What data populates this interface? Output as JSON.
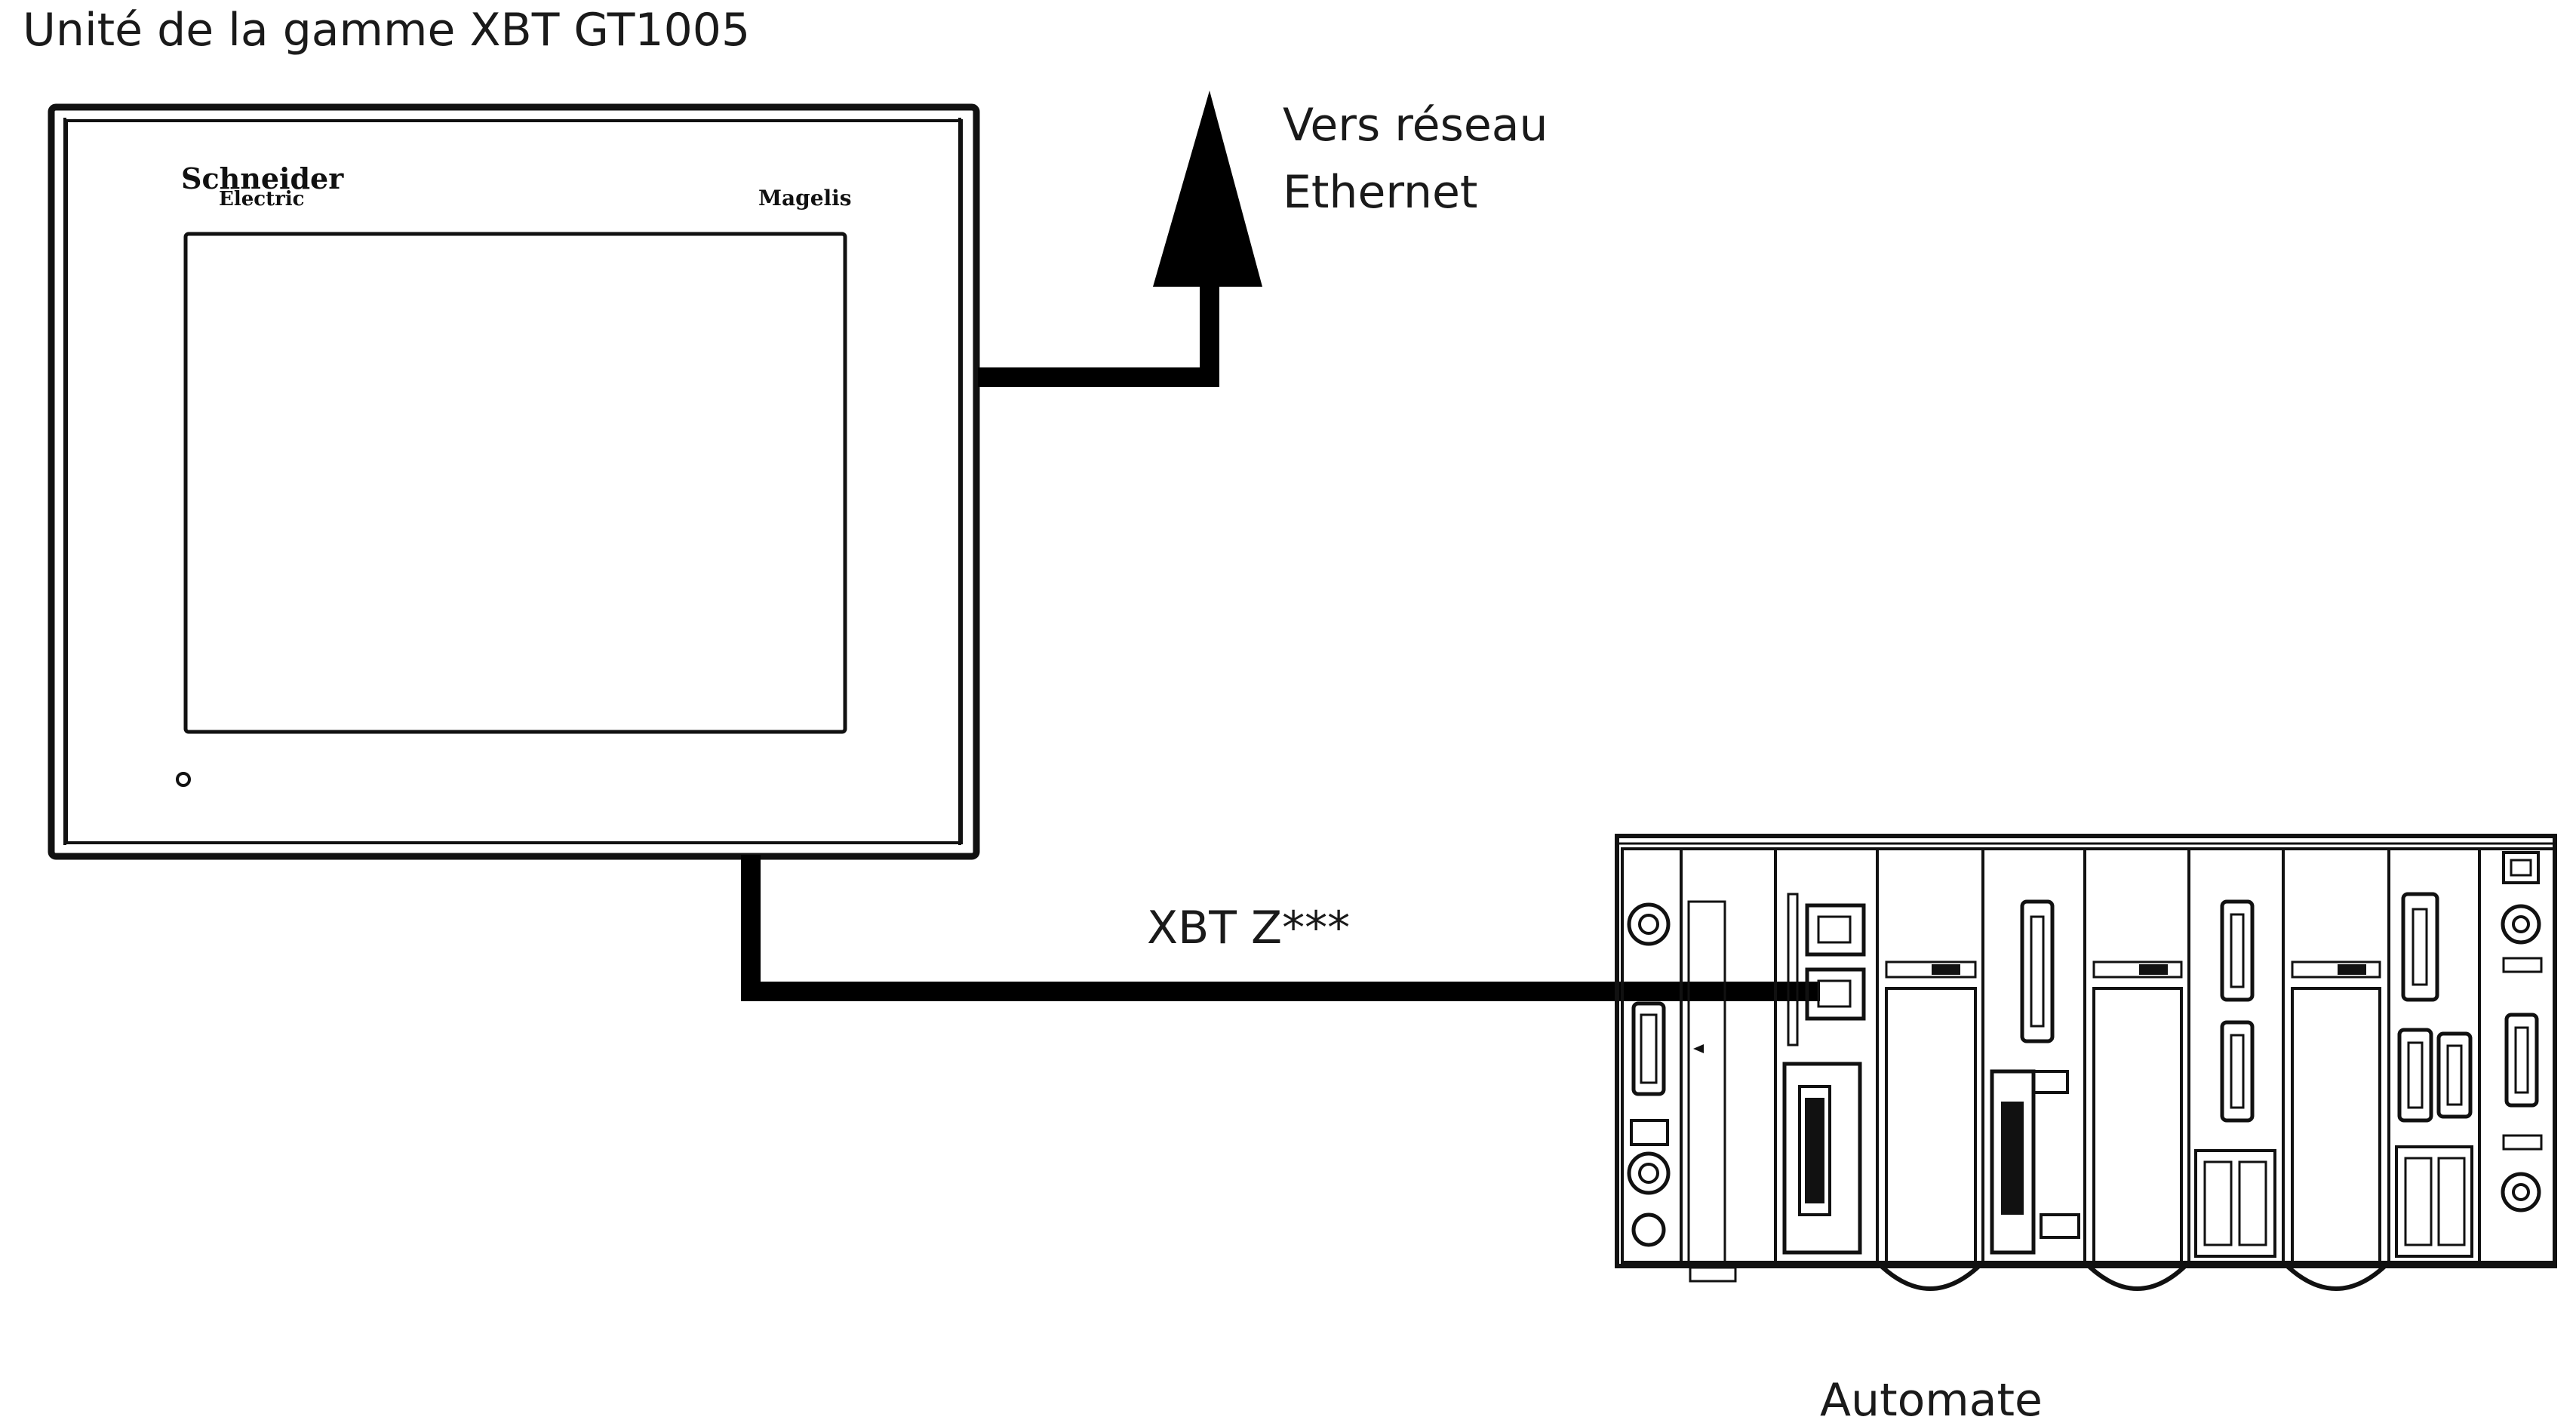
{
  "title": "Unité de la gamme XBT GT1005",
  "network": {
    "line1": "Vers réseau",
    "line2": "Ethernet"
  },
  "cable_label": "XBT Z***",
  "plc_label": "Automate",
  "hmi": {
    "brand_line1": "Schneider",
    "brand_line2": "Electric",
    "model_badge": "Magelis"
  }
}
